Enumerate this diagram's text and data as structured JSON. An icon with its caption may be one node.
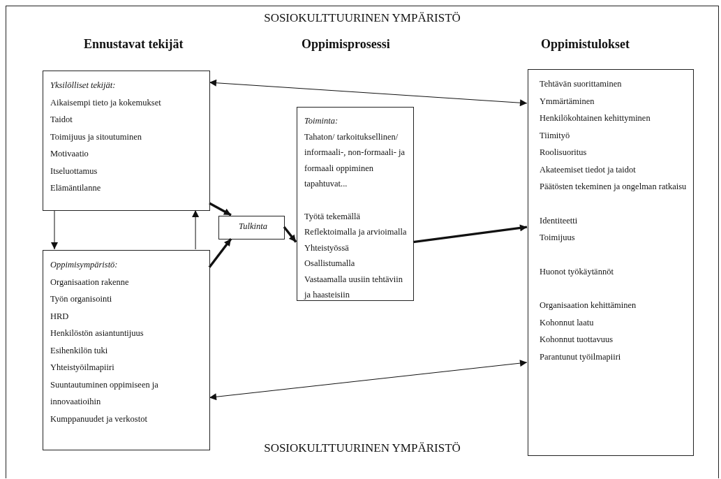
{
  "diagram": {
    "nodes": [
      {
        "text": [
          "SOSIOKULTTUURINEN YMPÄRISTÖ",
          "SOSIOKULTTUURINEN YMPÄRISTÖ"
        ]
      },
      {
        "text": [
          "Yksilölliset tekijät:",
          "Aikaisempi tieto ja kokemukset",
          "Taidot",
          "Toimijuus ja sitoutuminen",
          "Motivaatio",
          "Itseluottamus",
          "Elämäntilanne"
        ],
        "in": 0
      },
      {
        "text": [
          "Oppimisympäristö:",
          "Organisaation rakenne",
          "Työn organisointi",
          "HRD",
          "Henkilöstön asiantuntijuus",
          "Esihenkilön tuki",
          "Yhteistyöilmapiiri",
          "Suuntautuminen oppimiseen ja innovaatioihin",
          "Kumppanuudet ja verkostot"
        ],
        "in": 0
      },
      {
        "text": [
          "Tulkinta"
        ],
        "in": 0
      },
      {
        "text": [
          "Toiminta:",
          "Tahaton/ tarkoituksellinen/ informaali-, non-formaali- ja formaali oppiminen tapahtuvat...",
          "Työtä tekemällä",
          "Reflektoimalla ja arvioimalla",
          "Yhteistyössä",
          "Osallistumalla",
          "Vastaamalla uusiin tehtäviin ja haasteisiin"
        ],
        "in": 0
      },
      {
        "text": [
          "Tehtävän suorittaminen",
          "Ymmärtäminen",
          "Henkilökohtainen kehittyminen",
          "Tiimityö",
          "Roolisuoritus",
          "Akateemiset tiedot ja taidot",
          "Päätösten tekeminen ja ongelman ratkaisu",
          "Identiteetti",
          "Toimijuus",
          "Huonot työkäytännöt",
          "Organisaation kehittäminen",
          "Kohonnut laatu",
          "Kohonnut tuottavuus",
          "Parantunut työilmapiiri"
        ],
        "in": 0
      }
    ],
    "edges": [
      {
        "from": 1,
        "to": 5,
        "arrow": "both"
      },
      {
        "from": 2,
        "to": 5,
        "arrow": "both"
      },
      {
        "from": 1,
        "to": 2,
        "arrow": "to"
      },
      {
        "from": 2,
        "to": 1,
        "arrow": "to"
      },
      {
        "from": 1,
        "to": 3,
        "arrow": "to",
        "style": "thick"
      },
      {
        "from": 2,
        "to": 3,
        "arrow": "to",
        "style": "thick"
      },
      {
        "from": 3,
        "to": 4,
        "arrow": "to",
        "style": "thick"
      },
      {
        "from": 4,
        "to": 5,
        "arrow": "to",
        "style": "thick"
      }
    ],
    "labels": [
      "Ennustavat tekijät",
      "Oppimisprosessi",
      "Oppimistulokset"
    ]
  }
}
